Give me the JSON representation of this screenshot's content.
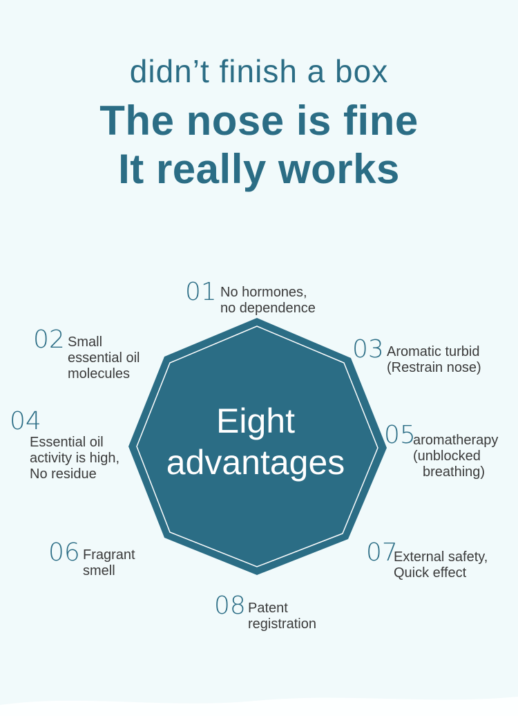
{
  "header": {
    "subtitle": "didn’t finish a box",
    "title_line1": "The nose is fine",
    "title_line2": "It really works"
  },
  "center": {
    "line1": "Eight",
    "line2": "advantages"
  },
  "colors": {
    "accent": "#2b6d85",
    "background": "#f1fafb",
    "text": "#3a3a3a"
  },
  "advantages": [
    {
      "num": "01",
      "line1": "No hormones,",
      "line2": "no dependence",
      "line3": ""
    },
    {
      "num": "02",
      "line1": "Small",
      "line2": "essential oil",
      "line3": "molecules"
    },
    {
      "num": "03",
      "line1": "Aromatic turbid",
      "line2": "(Restrain nose)",
      "line3": ""
    },
    {
      "num": "04",
      "line1": "Essential oil",
      "line2": "activity is high,",
      "line3": "No residue"
    },
    {
      "num": "05",
      "line1": "aromatherapy",
      "line2": "(unblocked",
      "line3": "breathing)"
    },
    {
      "num": "06",
      "line1": "Fragrant",
      "line2": "smell",
      "line3": ""
    },
    {
      "num": "07",
      "line1": "External safety,",
      "line2": "Quick effect",
      "line3": ""
    },
    {
      "num": "08",
      "line1": "Patent",
      "line2": "registration",
      "line3": ""
    }
  ]
}
